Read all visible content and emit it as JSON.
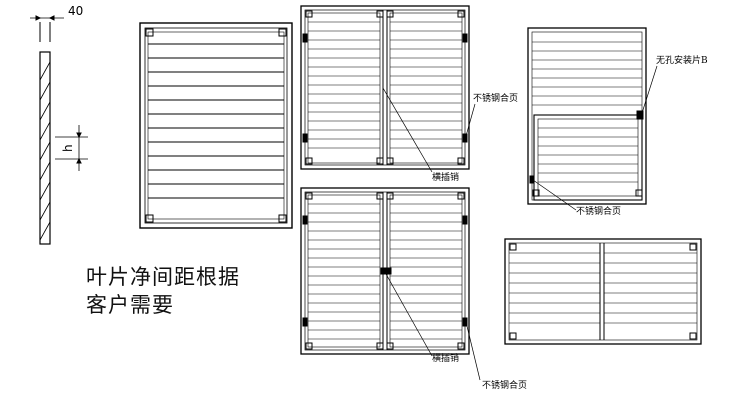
{
  "dimensions": {
    "top_width": "40",
    "spacing_label": "h"
  },
  "callouts": {
    "hinge": "不锈钢合页",
    "bolt": "横插销",
    "plate": "无孔安装片B"
  },
  "note": {
    "line1": "叶片净间距根据",
    "line2": "客户需要"
  }
}
